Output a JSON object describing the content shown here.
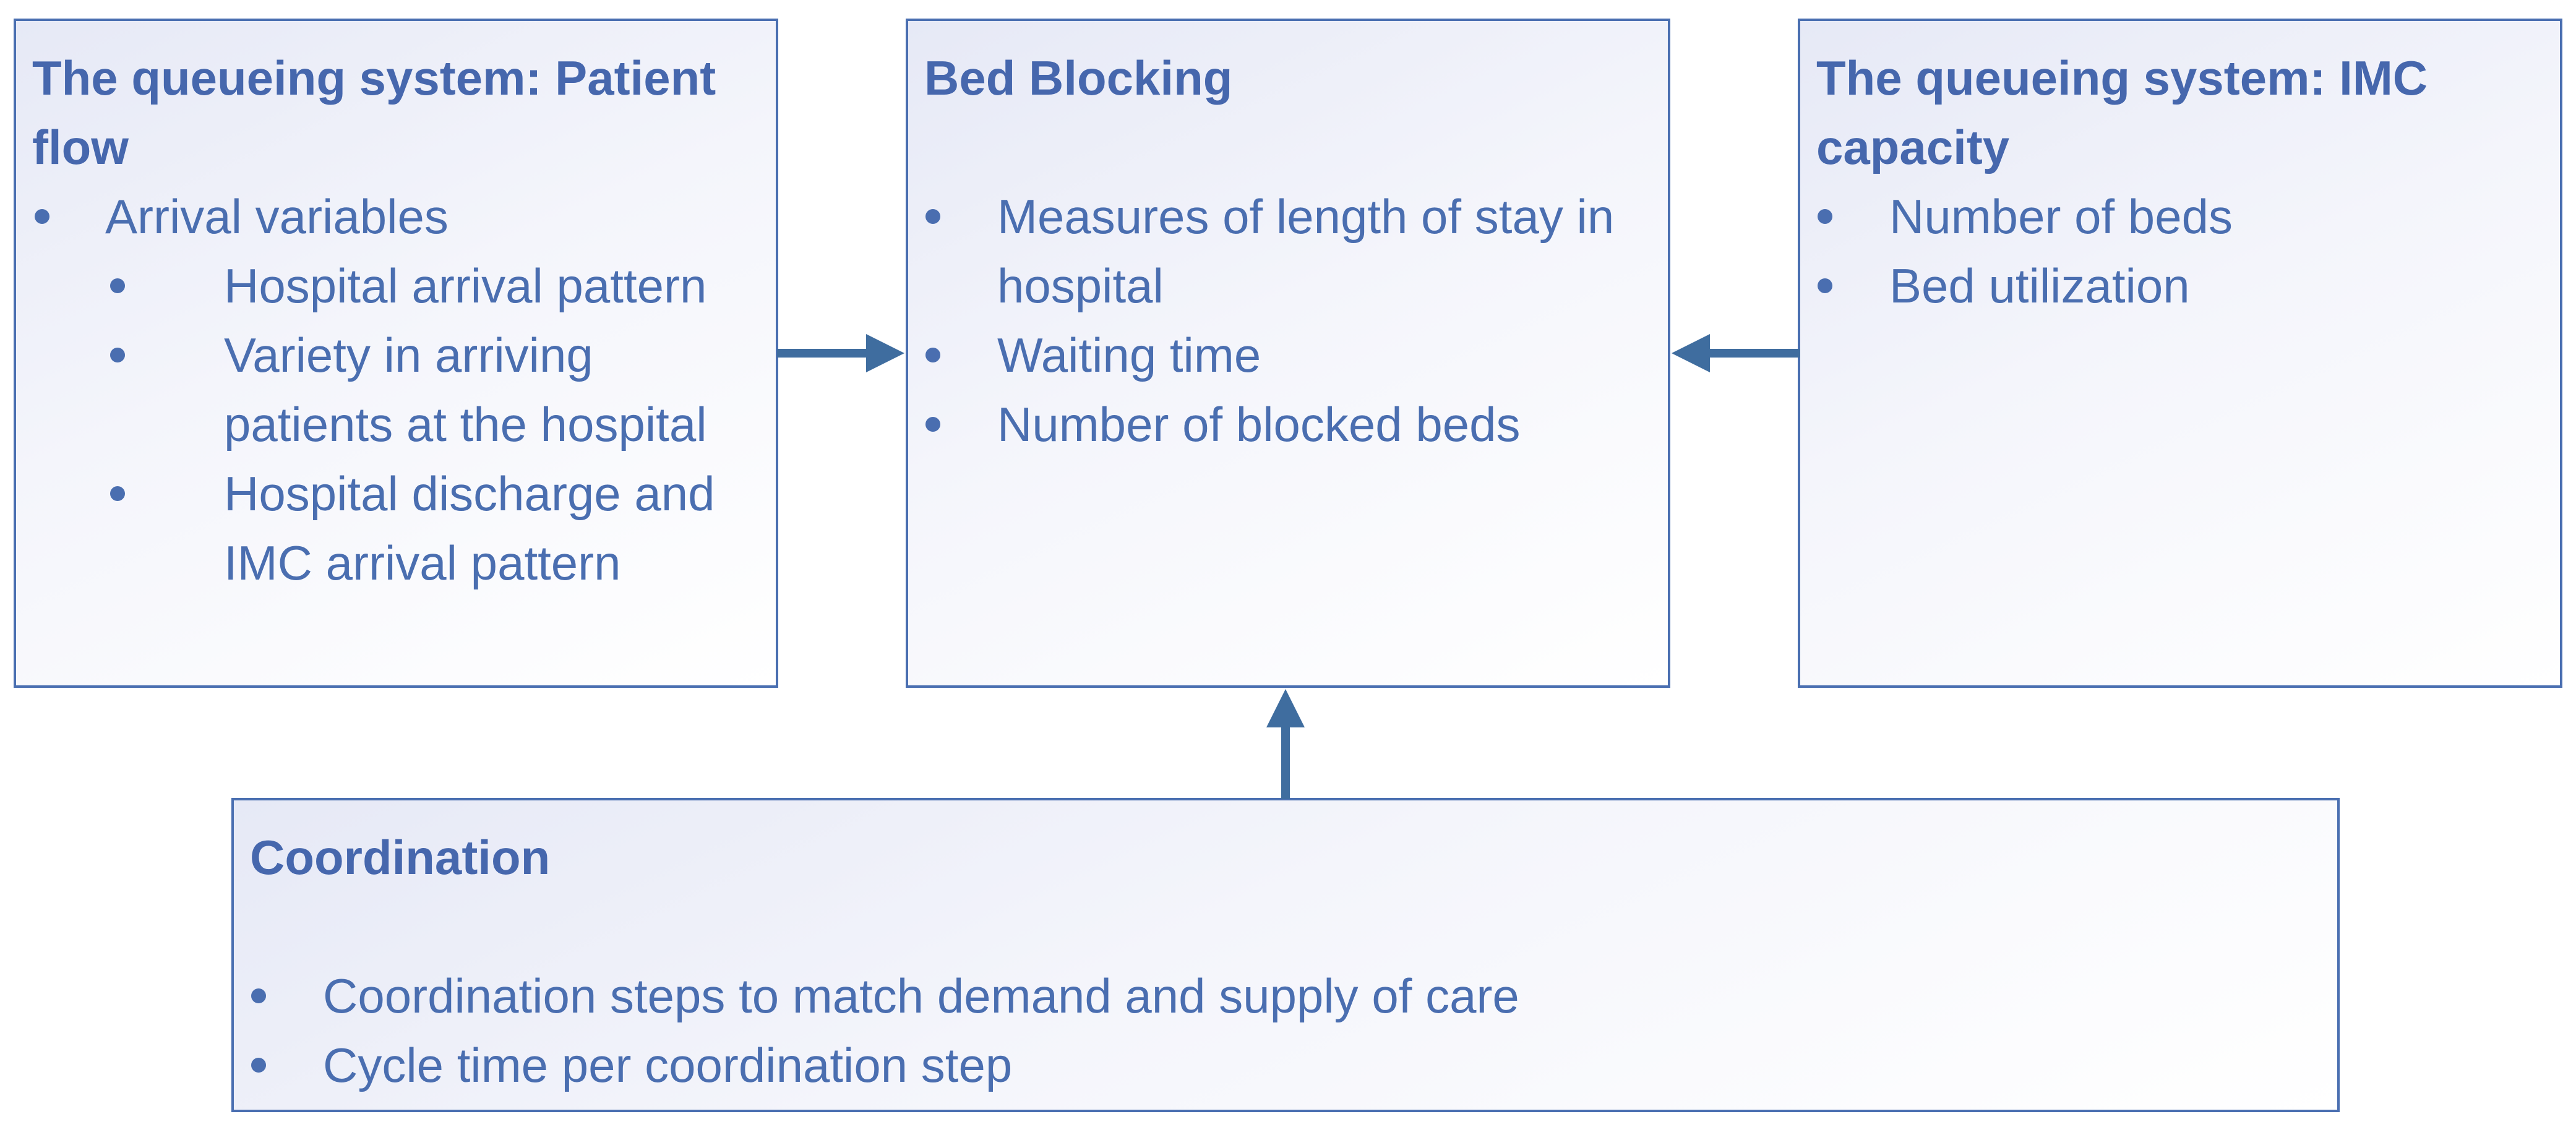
{
  "boxes": {
    "patient_flow": {
      "title": "The queueing system: Patient flow",
      "items": [
        {
          "text": "Arrival variables",
          "level": 1
        },
        {
          "text": "Hospital arrival pattern",
          "level": 2
        },
        {
          "text": "Variety in arriving patients at the hospital",
          "level": 2
        },
        {
          "text": "Hospital discharge and IMC arrival pattern",
          "level": 2
        }
      ]
    },
    "bed_blocking": {
      "title": "Bed Blocking",
      "items": [
        {
          "text": "Measures of length of stay in hospital"
        },
        {
          "text": "Waiting time"
        },
        {
          "text": "Number of blocked beds"
        }
      ]
    },
    "imc_capacity": {
      "title": "The queueing system: IMC capacity",
      "items": [
        {
          "text": "Number of beds"
        },
        {
          "text": "Bed utilization"
        }
      ]
    },
    "coordination": {
      "title": "Coordination",
      "items": [
        {
          "text": "Coordination steps to match demand and supply of care"
        },
        {
          "text": "Cycle time per coordination step"
        }
      ]
    }
  },
  "colors": {
    "border": "#4a6fb1",
    "text": "#4a6eb0",
    "arrow": "#3f6d9f"
  }
}
